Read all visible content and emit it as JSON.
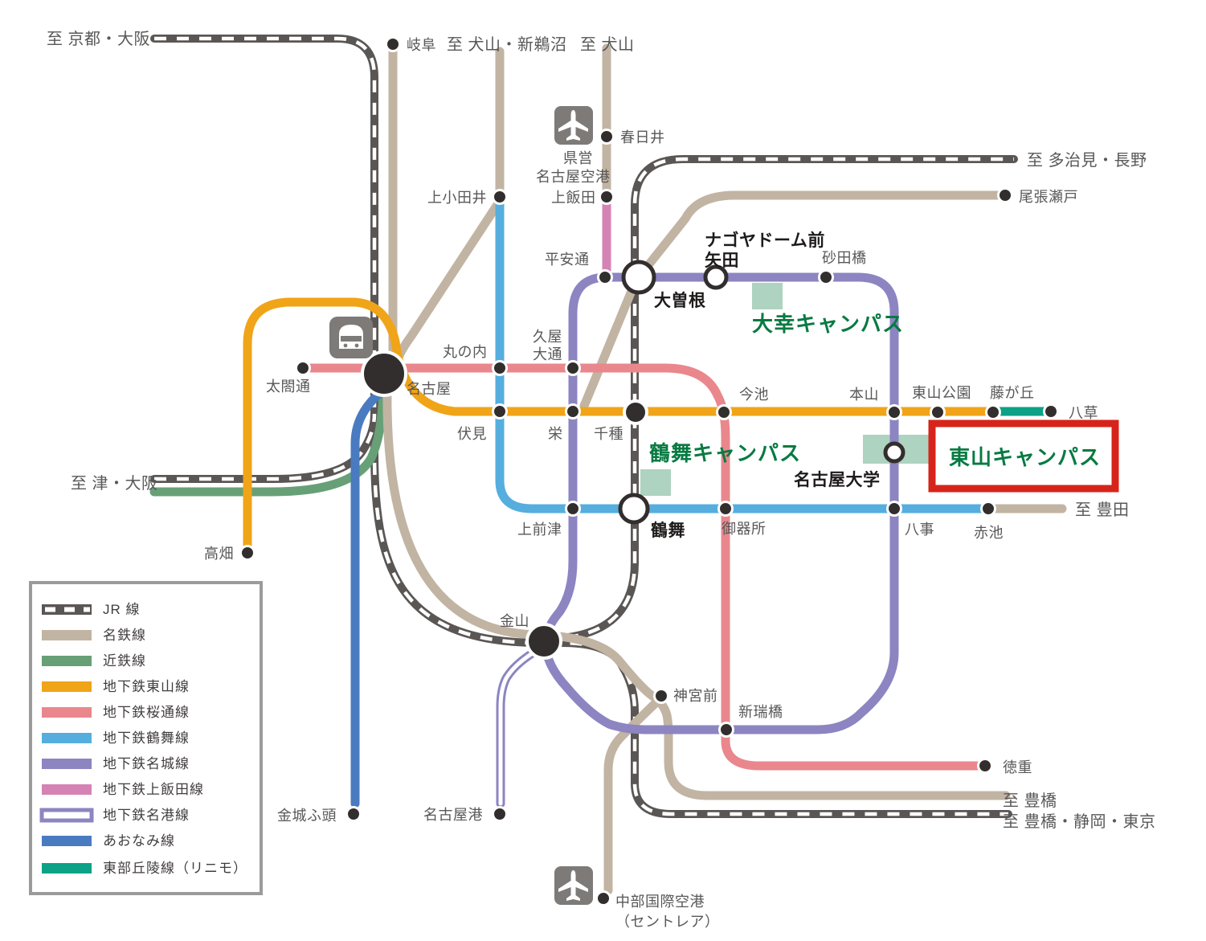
{
  "colors": {
    "background": "#ffffff",
    "station_dot": "#332e2e",
    "label_gray": "#595757",
    "label_black": "#1f1b1b",
    "campus_green": "#077a42",
    "campus_square": "#aed3c0",
    "highlight_red": "#d7241b",
    "icon_gray": "#7d7a78",
    "legend_border": "#9b9b9b"
  },
  "lines": {
    "jr": {
      "label": "JR 線",
      "color": "#5a5654"
    },
    "meitetsu": {
      "label": "名鉄線",
      "color": "#c2b4a3"
    },
    "kintetsu": {
      "label": "近鉄線",
      "color": "#67a076"
    },
    "higashiyama": {
      "label": "地下鉄東山線",
      "color": "#f0a418"
    },
    "sakuradori": {
      "label": "地下鉄桜通線",
      "color": "#e9878d"
    },
    "tsurumai": {
      "label": "地下鉄鶴舞線",
      "color": "#55aede"
    },
    "meijo": {
      "label": "地下鉄名城線",
      "color": "#8c85c2"
    },
    "kamiiida": {
      "label": "地下鉄上飯田線",
      "color": "#d583b5"
    },
    "meiko": {
      "label": "地下鉄名港線",
      "color": "#8c85c2"
    },
    "aonami": {
      "label": "あおなみ線",
      "color": "#4a7bc0"
    },
    "linimo": {
      "label": "東部丘陵線（リニモ）",
      "color": "#0ba287"
    }
  },
  "stations": {
    "gifu": "岐阜",
    "kamiotai": "上小田井",
    "kamiiida": "上飯田",
    "kasugai": "春日井",
    "heianDori": "平安通",
    "sunadabashi": "砂田橋",
    "owariSeto": "尾張瀬戸",
    "ozone": "大曽根",
    "nagoyaDomeLine1": "ナゴヤドーム前",
    "nagoyaDomeLine2": "矢田",
    "taikoDori": "太閤通",
    "marunouchi": "丸の内",
    "hisayaOdoriLine1": "久屋",
    "hisayaOdoriLine2": "大通",
    "nagoya": "名古屋",
    "fushimi": "伏見",
    "sakae": "栄",
    "chikusa": "千種",
    "imaike": "今池",
    "motoyama": "本山",
    "higashiyamaKoen": "東山公園",
    "fujigaoka": "藤が丘",
    "yakusa": "八草",
    "kamimaezu": "上前津",
    "tsurumai": "鶴舞",
    "gokiso": "御器所",
    "yagoto": "八事",
    "akaike": "赤池",
    "takabata": "高畑",
    "kanayama": "金山",
    "jinguMae": "神宮前",
    "aratamabashi": "新瑞橋",
    "tokushige": "徳重",
    "kinjoFuto": "金城ふ頭",
    "nagoyako": "名古屋港",
    "nagoyaUniv": "名古屋大学"
  },
  "destinations": {
    "kyotoOsaka": "至 京都・大阪",
    "inuyamaShinunuma": "至 犬山・新鵜沼",
    "inuyama": "至 犬山",
    "tajimiNagano": "至 多治見・長野",
    "tsuOsaka": "至 津・大阪",
    "toyota": "至 豊田",
    "toyohashi": "至 豊橋",
    "toyohashiShizuokaTokyo": "至 豊橋・静岡・東京"
  },
  "airports": {
    "prefecturalLine1": "県営",
    "prefecturalLine2": "名古屋空港",
    "centrairLine1": "中部国際空港",
    "centrairLine2": "（セントレア）"
  },
  "campuses": {
    "daiko": "大幸キャンパス",
    "tsurumai": "鶴舞キャンパス",
    "higashiyama": "東山キャンパス"
  }
}
